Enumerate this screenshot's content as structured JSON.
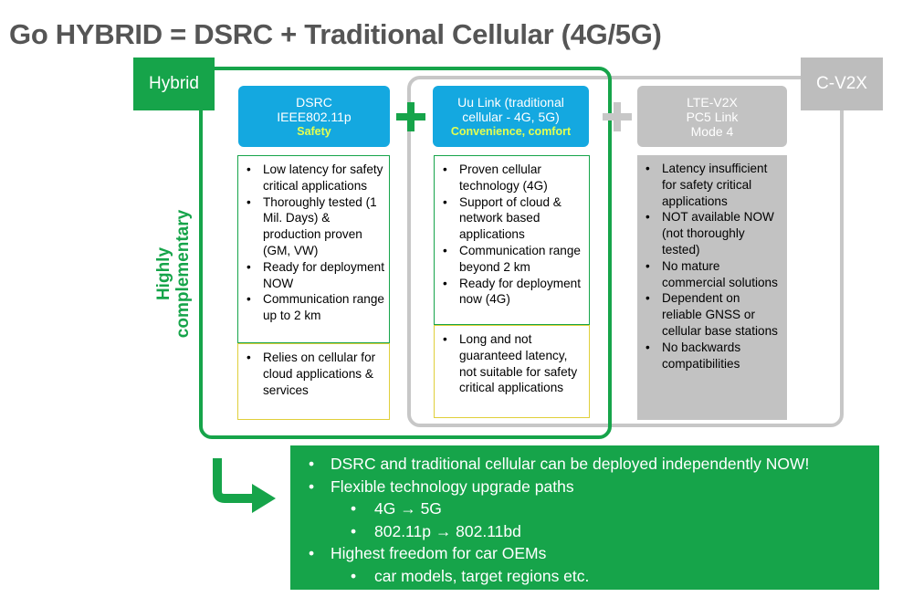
{
  "title": "Go HYBRID = DSRC + Traditional Cellular (4G/5G)",
  "tags": {
    "hybrid": "Hybrid",
    "cv2x": "C-V2X"
  },
  "side_label": {
    "line1": "Highly",
    "line2": "complementary"
  },
  "columns": {
    "dsrc": {
      "header_lines": [
        "DSRC",
        "IEEE802.11p"
      ],
      "header_sub": "Safety",
      "pros": [
        "Low latency for safety critical applications",
        "Thoroughly tested (1 Mil. Days) & production proven (GM, VW)",
        "Ready for deployment NOW",
        "Communication range up to 2 km"
      ],
      "cons": [
        "Relies on cellular for cloud applications & services"
      ]
    },
    "uu": {
      "header_lines": [
        "Uu Link (traditional",
        "cellular - 4G, 5G)"
      ],
      "header_sub": "Convenience, comfort",
      "pros": [
        "Proven cellular technology (4G)",
        "Support of cloud & network based applications",
        "Communication range beyond 2 km",
        "Ready for deployment now (4G)"
      ],
      "cons": [
        "Long and not guaranteed latency, not suitable for safety critical applications"
      ]
    },
    "lte": {
      "header_lines": [
        "LTE-V2X",
        "PC5 Link",
        "Mode 4"
      ],
      "cons": [
        "Latency insufficient for safety critical applications",
        "NOT available NOW (not thoroughly tested)",
        "No mature commercial solutions",
        "Dependent on reliable GNSS or cellular base stations",
        "No backwards compatibilities"
      ]
    }
  },
  "summary": [
    {
      "level": 1,
      "text": "DSRC and traditional cellular can be deployed independently NOW!"
    },
    {
      "level": 1,
      "text": "Flexible technology upgrade paths"
    },
    {
      "level": 2,
      "text": "4G → 5G"
    },
    {
      "level": 2,
      "text": "802.11p → 802.11bd"
    },
    {
      "level": 1,
      "text": "Highest freedom for car OEMs"
    },
    {
      "level": 2,
      "text": "car models, target regions etc."
    }
  ],
  "colors": {
    "green": "#16a44a",
    "blue": "#14a8e0",
    "grey": "#c2c2c2",
    "yellow_border": "#e0cf3a",
    "highlight": "#e4ff50",
    "title": "#555555"
  }
}
